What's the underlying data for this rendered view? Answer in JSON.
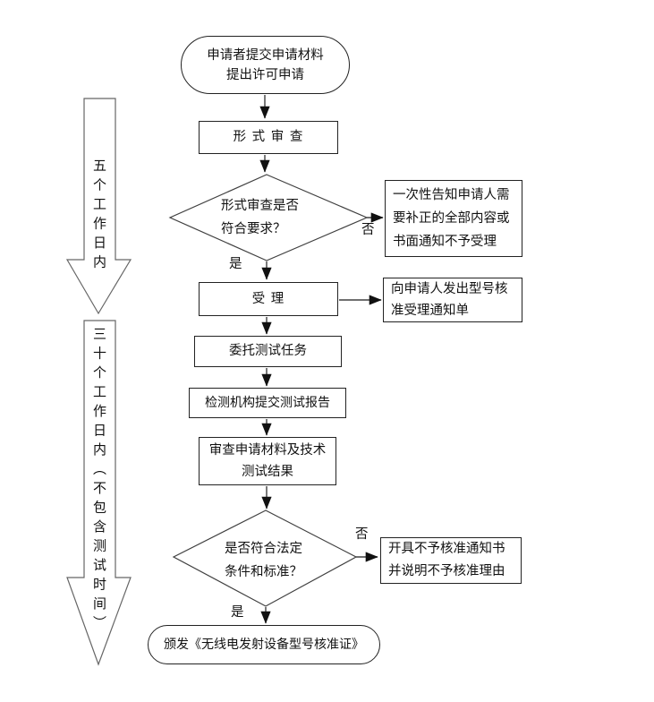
{
  "flow": {
    "start": "申请者提交申请材料\n提出许可申请",
    "formal_review": "形 式 审 查",
    "decision1": "形式审查是否\n符合要求？",
    "notify_correction": "一次性告知申请人需\n要补正的全部内容或\n书面通知不予受理",
    "accept": "受  理",
    "acceptance_notice": "向申请人发出型号核\n准受理通知单",
    "entrust_testing": "委托测试任务",
    "test_report": "检测机构提交测试报告",
    "examine": "审查申请材料及技术\n测试结果",
    "decision2": "是否符合法定\n条件和标准？",
    "rejection_notice": "开具不予核准通知书\n并说明不予核准理由",
    "issue_cert": "颁发《无线电发射设备型号核准证》"
  },
  "labels": {
    "yes1": "是",
    "no1": "否",
    "yes2": "是",
    "no2": "否"
  },
  "timelines": {
    "five_days": "五个工作日内",
    "thirty_days": "三十个工作日内（不包含测试时间）"
  },
  "colors": {
    "background": "#ffffff",
    "border": "#222222",
    "line": "#404040",
    "block_arrow": "#666666",
    "arrowhead": "#111111"
  }
}
